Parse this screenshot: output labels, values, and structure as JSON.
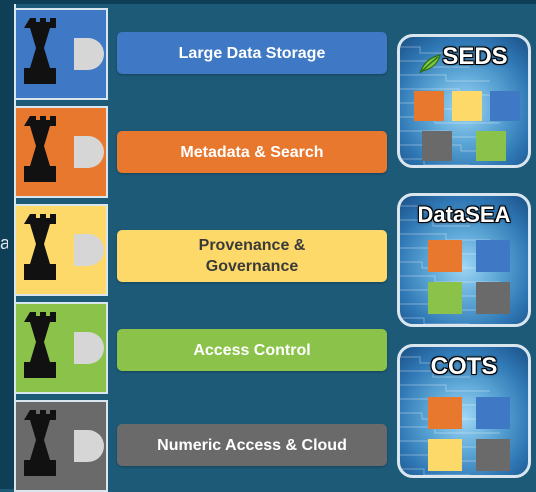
{
  "colors": {
    "blue": "#3f78c4",
    "orange": "#e9782f",
    "yellow": "#fdd96a",
    "green": "#8bc34a",
    "gray": "#6a6a6a"
  },
  "layers": [
    {
      "label": "Large Data Storage",
      "color": "blue",
      "icon": "rook-icon"
    },
    {
      "label": "Metadata & Search",
      "color": "orange",
      "icon": "rook-icon"
    },
    {
      "label": "Provenance & Governance",
      "color": "yellow",
      "icon": "rook-icon"
    },
    {
      "label": "Access Control",
      "color": "green",
      "icon": "rook-icon"
    },
    {
      "label": "Numeric Access & Cloud",
      "color": "gray",
      "icon": "rook-icon"
    }
  ],
  "panels": [
    {
      "title": "SEDS",
      "icon": "leaf-icon",
      "pieces": [
        "orange",
        "yellow",
        "blue",
        "gray",
        "green"
      ]
    },
    {
      "title": "DataSEA",
      "pieces": [
        "orange",
        "blue",
        "green",
        "gray"
      ]
    },
    {
      "title": "COTS",
      "pieces": [
        "orange",
        "blue",
        "yellow",
        "gray"
      ]
    }
  ]
}
